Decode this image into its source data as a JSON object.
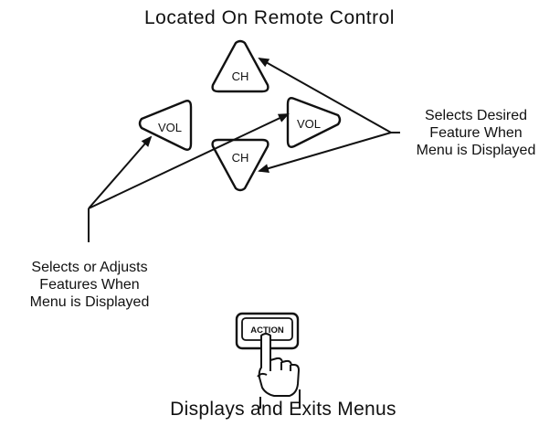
{
  "title": "Located On Remote Control",
  "right_note": {
    "lines": [
      "Selects Desired",
      "Feature When",
      "Menu is Displayed"
    ]
  },
  "left_note": {
    "lines": [
      "Selects or Adjusts",
      "Features When",
      "Menu is Displayed"
    ]
  },
  "bottom_note": "Displays and Exits Menus",
  "buttons": {
    "ch_up": "CH",
    "ch_down": "CH",
    "vol_left": "VOL",
    "vol_right": "VOL",
    "action": "ACTION"
  }
}
